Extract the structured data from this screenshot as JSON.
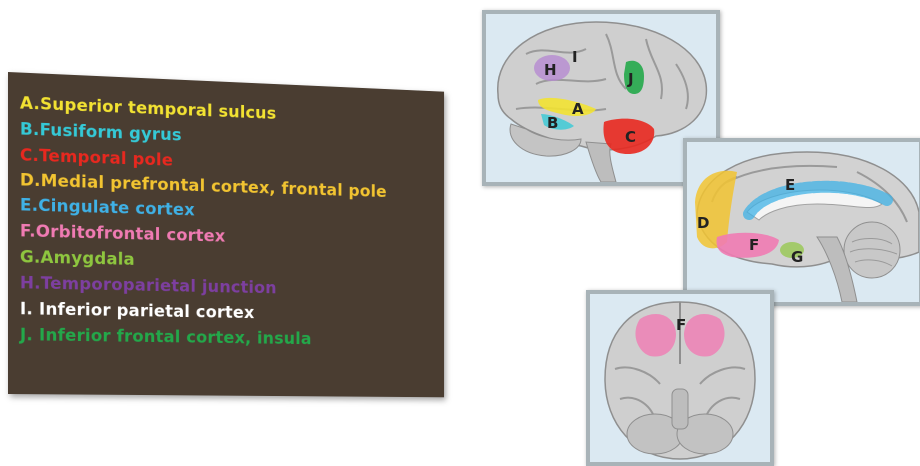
{
  "legend": {
    "items": [
      {
        "label": "A.Superior temporal sulcus",
        "color": "#f2e232"
      },
      {
        "label": "B.Fusiform gyrus",
        "color": "#35c9d6"
      },
      {
        "label": "C.Temporal pole",
        "color": "#e8281f"
      },
      {
        "label": "D.Medial prefrontal cortex, frontal pole",
        "color": "#f2c431"
      },
      {
        "label": "E.Cingulate cortex",
        "color": "#3fb1e6"
      },
      {
        "label": "F.Orbitofrontal cortex",
        "color": "#f07bb3"
      },
      {
        "label": "G.Amygdala",
        "color": "#8ec63f"
      },
      {
        "label": "H.Temporoparietal junction",
        "color": "#7d3fa0"
      },
      {
        "label": "I. Inferior parietal cortex",
        "color": "#ffffff"
      },
      {
        "label": "J. Inferior frontal cortex, insula",
        "color": "#23a84a"
      }
    ]
  },
  "diagram": {
    "lateral_labels": {
      "h": "H",
      "i": "I",
      "j": "J",
      "a": "A",
      "b": "B",
      "c": "C"
    },
    "medial_labels": {
      "e": "E",
      "d": "D",
      "f": "F",
      "g": "G"
    },
    "ventral_labels": {
      "f": "F"
    }
  }
}
